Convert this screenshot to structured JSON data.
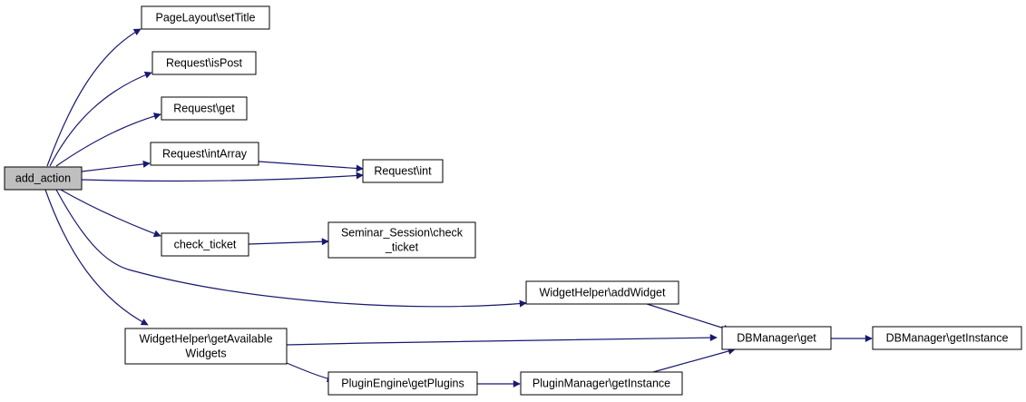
{
  "colors": {
    "edge": "#191970",
    "root_fill": "#bfbfbf",
    "node_fill": "#ffffff",
    "node_border": "#000000"
  },
  "nodes": {
    "add_action": {
      "lines": [
        "add_action"
      ]
    },
    "pagelayout_settitle": {
      "lines": [
        "PageLayout\\setTitle"
      ]
    },
    "request_ispost": {
      "lines": [
        "Request\\isPost"
      ]
    },
    "request_get": {
      "lines": [
        "Request\\get"
      ]
    },
    "request_intarray": {
      "lines": [
        "Request\\intArray"
      ]
    },
    "request_int": {
      "lines": [
        "Request\\int"
      ]
    },
    "check_ticket": {
      "lines": [
        "check_ticket"
      ]
    },
    "seminar_session_check_ticket": {
      "lines": [
        "Seminar_Session\\check",
        "_ticket"
      ]
    },
    "widgethelper_addwidget": {
      "lines": [
        "WidgetHelper\\addWidget"
      ]
    },
    "widgethelper_getavailablewidgets": {
      "lines": [
        "WidgetHelper\\getAvailable",
        "Widgets"
      ]
    },
    "dbmanager_get": {
      "lines": [
        "DBManager\\get"
      ]
    },
    "dbmanager_getinstance": {
      "lines": [
        "DBManager\\getInstance"
      ]
    },
    "pluginengine_getplugins": {
      "lines": [
        "PluginEngine\\getPlugins"
      ]
    },
    "pluginmanager_getinstance": {
      "lines": [
        "PluginManager\\getInstance"
      ]
    }
  },
  "edges": [
    {
      "from": "add_action",
      "to": "pagelayout_settitle"
    },
    {
      "from": "add_action",
      "to": "request_ispost"
    },
    {
      "from": "add_action",
      "to": "request_get"
    },
    {
      "from": "add_action",
      "to": "request_intarray"
    },
    {
      "from": "add_action",
      "to": "request_int"
    },
    {
      "from": "add_action",
      "to": "check_ticket"
    },
    {
      "from": "add_action",
      "to": "widgethelper_addwidget"
    },
    {
      "from": "add_action",
      "to": "widgethelper_getavailablewidgets"
    },
    {
      "from": "request_intarray",
      "to": "request_int"
    },
    {
      "from": "check_ticket",
      "to": "seminar_session_check_ticket"
    },
    {
      "from": "widgethelper_addwidget",
      "to": "dbmanager_get"
    },
    {
      "from": "widgethelper_getavailablewidgets",
      "to": "dbmanager_get"
    },
    {
      "from": "widgethelper_getavailablewidgets",
      "to": "pluginengine_getplugins"
    },
    {
      "from": "dbmanager_get",
      "to": "dbmanager_getinstance"
    },
    {
      "from": "pluginengine_getplugins",
      "to": "pluginmanager_getinstance"
    },
    {
      "from": "pluginmanager_getinstance",
      "to": "dbmanager_get"
    }
  ]
}
